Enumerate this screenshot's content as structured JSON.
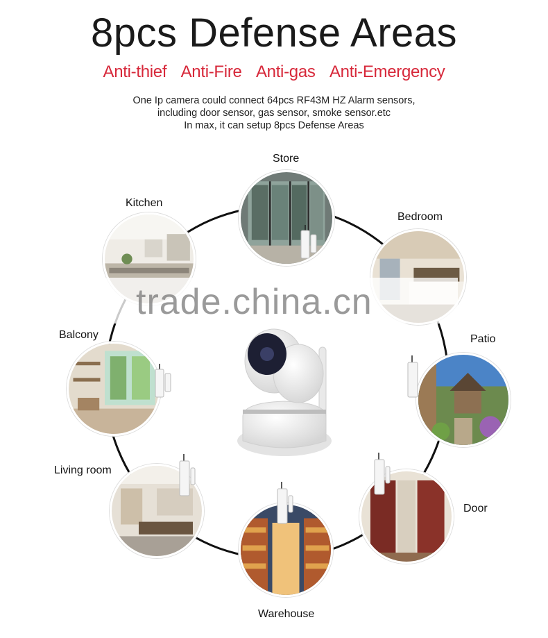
{
  "header": {
    "title": "8pcs Defense Areas",
    "features": [
      "Anti-thief",
      "Anti-Fire",
      "Anti-gas",
      "Anti-Emergency"
    ],
    "description": [
      "One Ip camera could connect 64pcs RF43M HZ Alarm sensors,",
      "including door sensor, gas sensor, smoke sensor.etc",
      "In max, it can setup 8pcs Defense Areas"
    ]
  },
  "areas": {
    "store": "Store",
    "kitchen": "Kitchen",
    "bedroom": "Bedroom",
    "balcony": "Balcony",
    "patio": "Patio",
    "living_room": "Living room",
    "door": "Door",
    "warehouse": "Warehouse"
  },
  "watermark": "trade.china.cn",
  "colors": {
    "accent": "#d7283a",
    "ring": "#111111"
  }
}
